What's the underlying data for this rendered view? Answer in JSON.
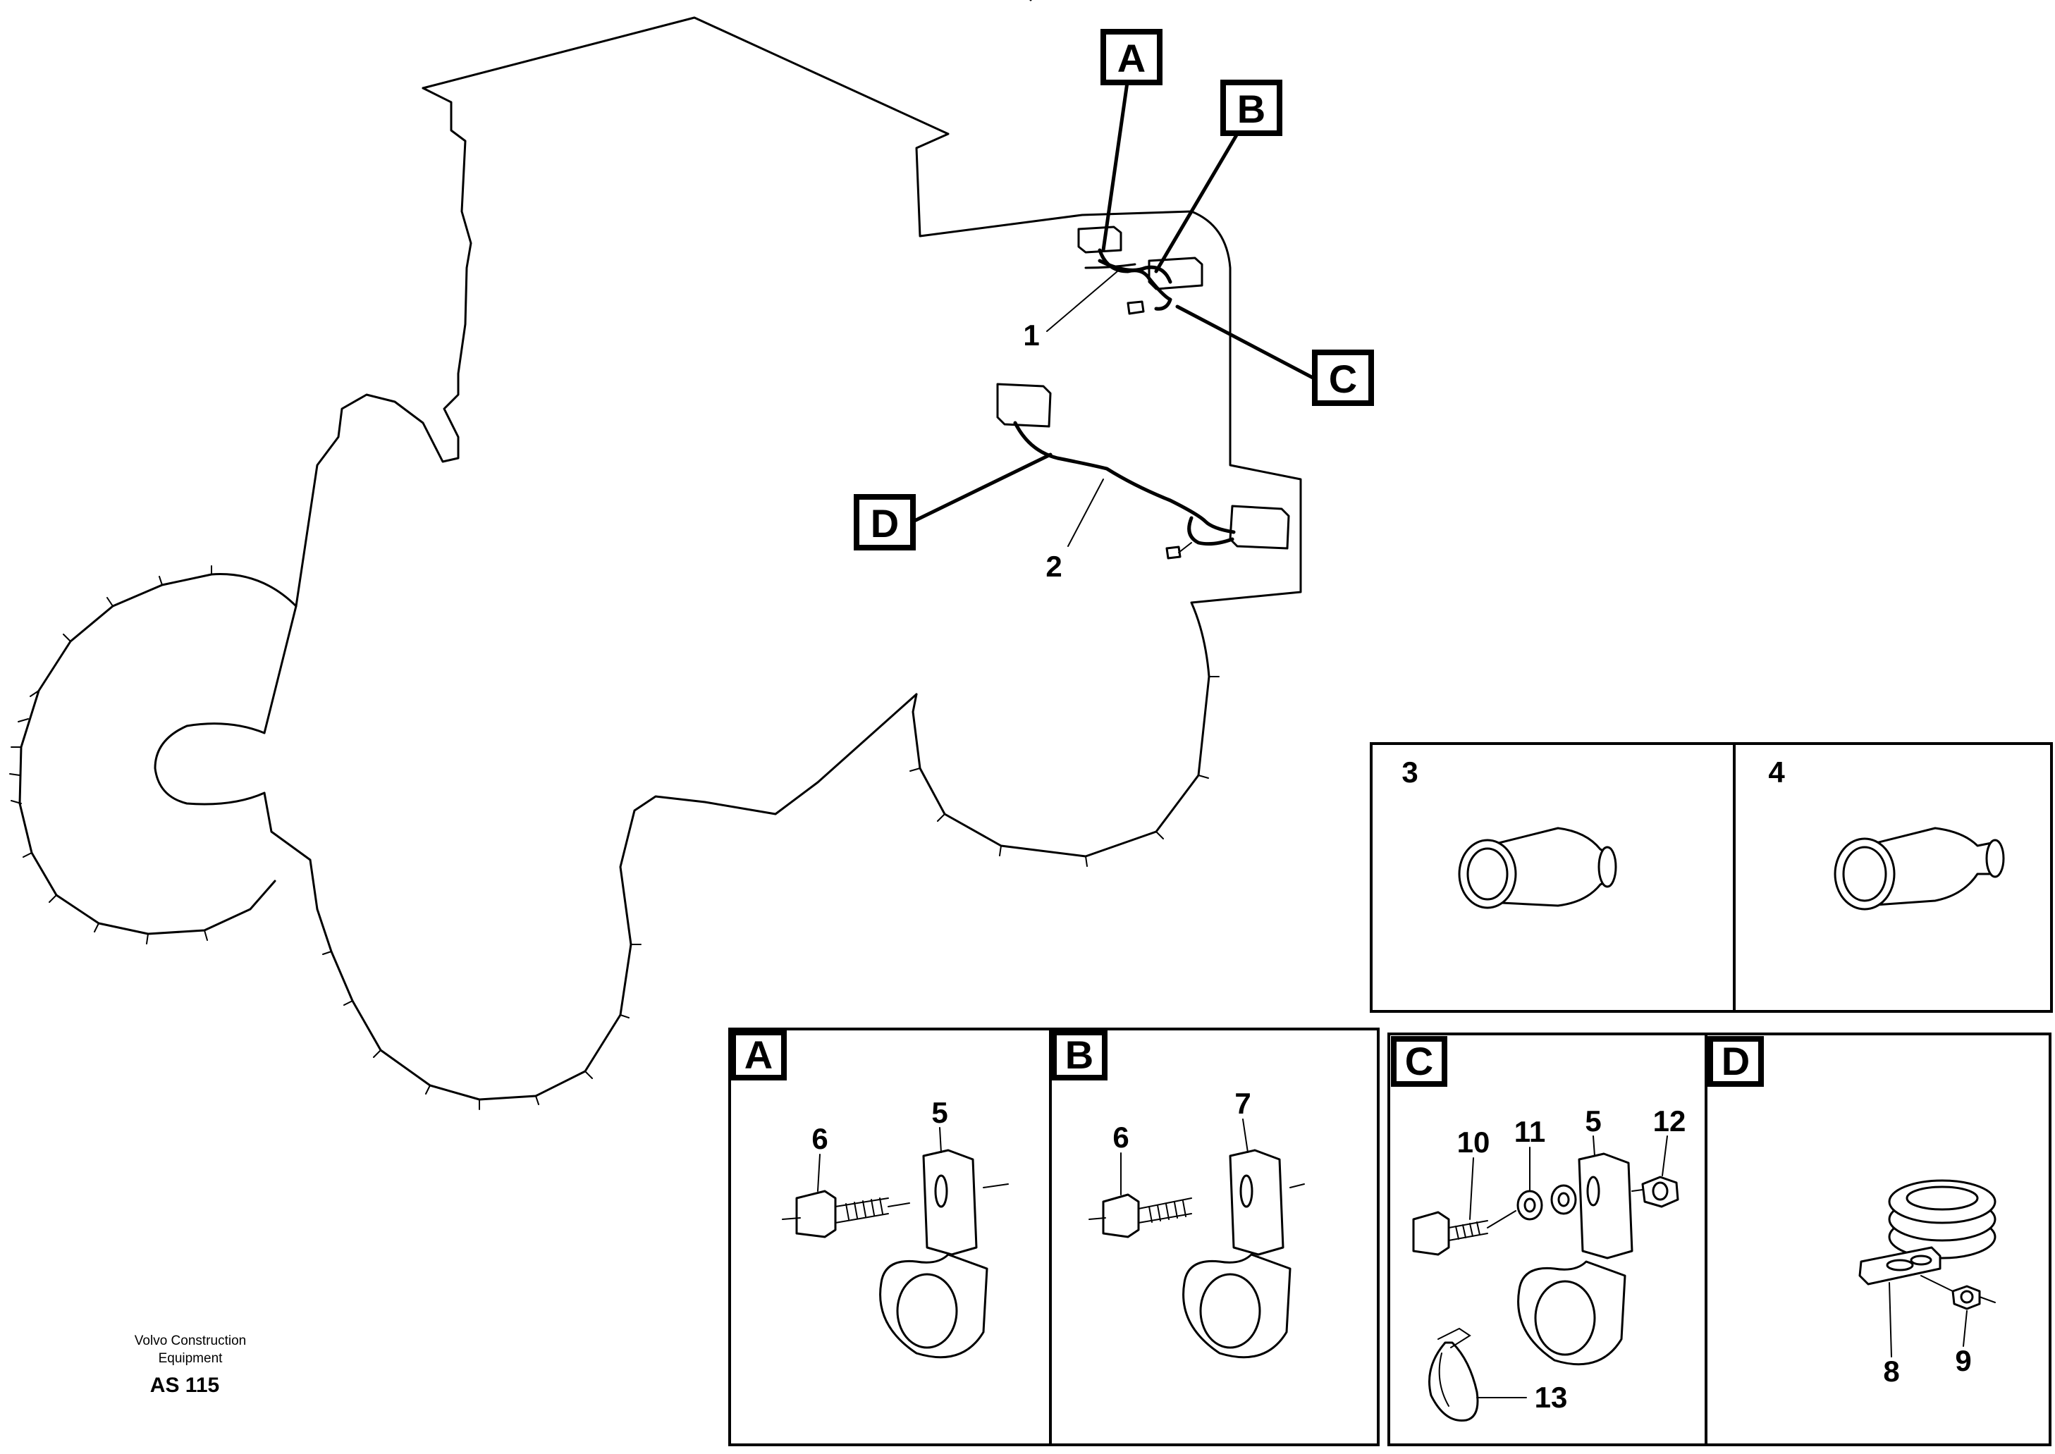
{
  "callouts": {
    "detail_a": "A",
    "detail_b": "B",
    "detail_c": "C",
    "detail_d": "D"
  },
  "item_numbers": {
    "n1": "1",
    "n2": "2",
    "n3": "3",
    "n4": "4",
    "n5_a": "5",
    "n6_a": "6",
    "n6_b": "6",
    "n7": "7",
    "n5_c": "5",
    "n8": "8",
    "n9": "9",
    "n10": "10",
    "n11": "11",
    "n12": "12",
    "n13": "13"
  },
  "footer": {
    "company_line1": "Volvo Construction",
    "company_line2": "Equipment",
    "code": "AS 115"
  }
}
